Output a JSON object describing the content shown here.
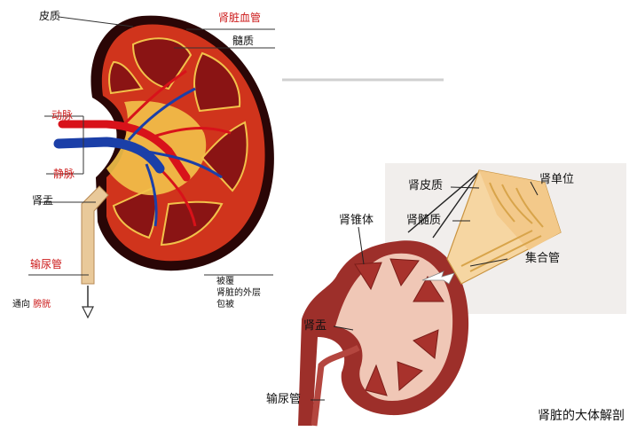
{
  "left_diagram": {
    "labels": {
      "cortex": "皮质",
      "renal_vessels": "肾脏血管",
      "medulla": "髓质",
      "artery": "动脉",
      "vein": "静脉",
      "renal_pelvis": "肾盂",
      "ureter": "输尿管",
      "to_bladder_prefix": "通向",
      "to_bladder_word": "膀胱",
      "capsule_line1": "被覆",
      "capsule_line2": "肾脏的外层",
      "capsule_line3": "包被"
    }
  },
  "right_diagram": {
    "labels": {
      "renal_cortex": "肾皮质",
      "nephron": "肾单位",
      "renal_pyramid": "肾锥体",
      "renal_medulla": "肾髓质",
      "collecting_duct": "集合管",
      "renal_pelvis": "肾盂",
      "ureter": "输尿管"
    },
    "caption": "肾脏的大体解剖"
  },
  "colors": {
    "cortex_red": "#d0341c",
    "medulla_dark": "#8a1414",
    "artery_red": "#d8121a",
    "vein_blue": "#1b3fa8",
    "fat_yellow": "#f2c24a",
    "ureter_tan": "#e9c99a",
    "right_bg": "#f1eeec",
    "right_kidney": "#9d2f2a",
    "right_inner": "#f0c7b6"
  }
}
